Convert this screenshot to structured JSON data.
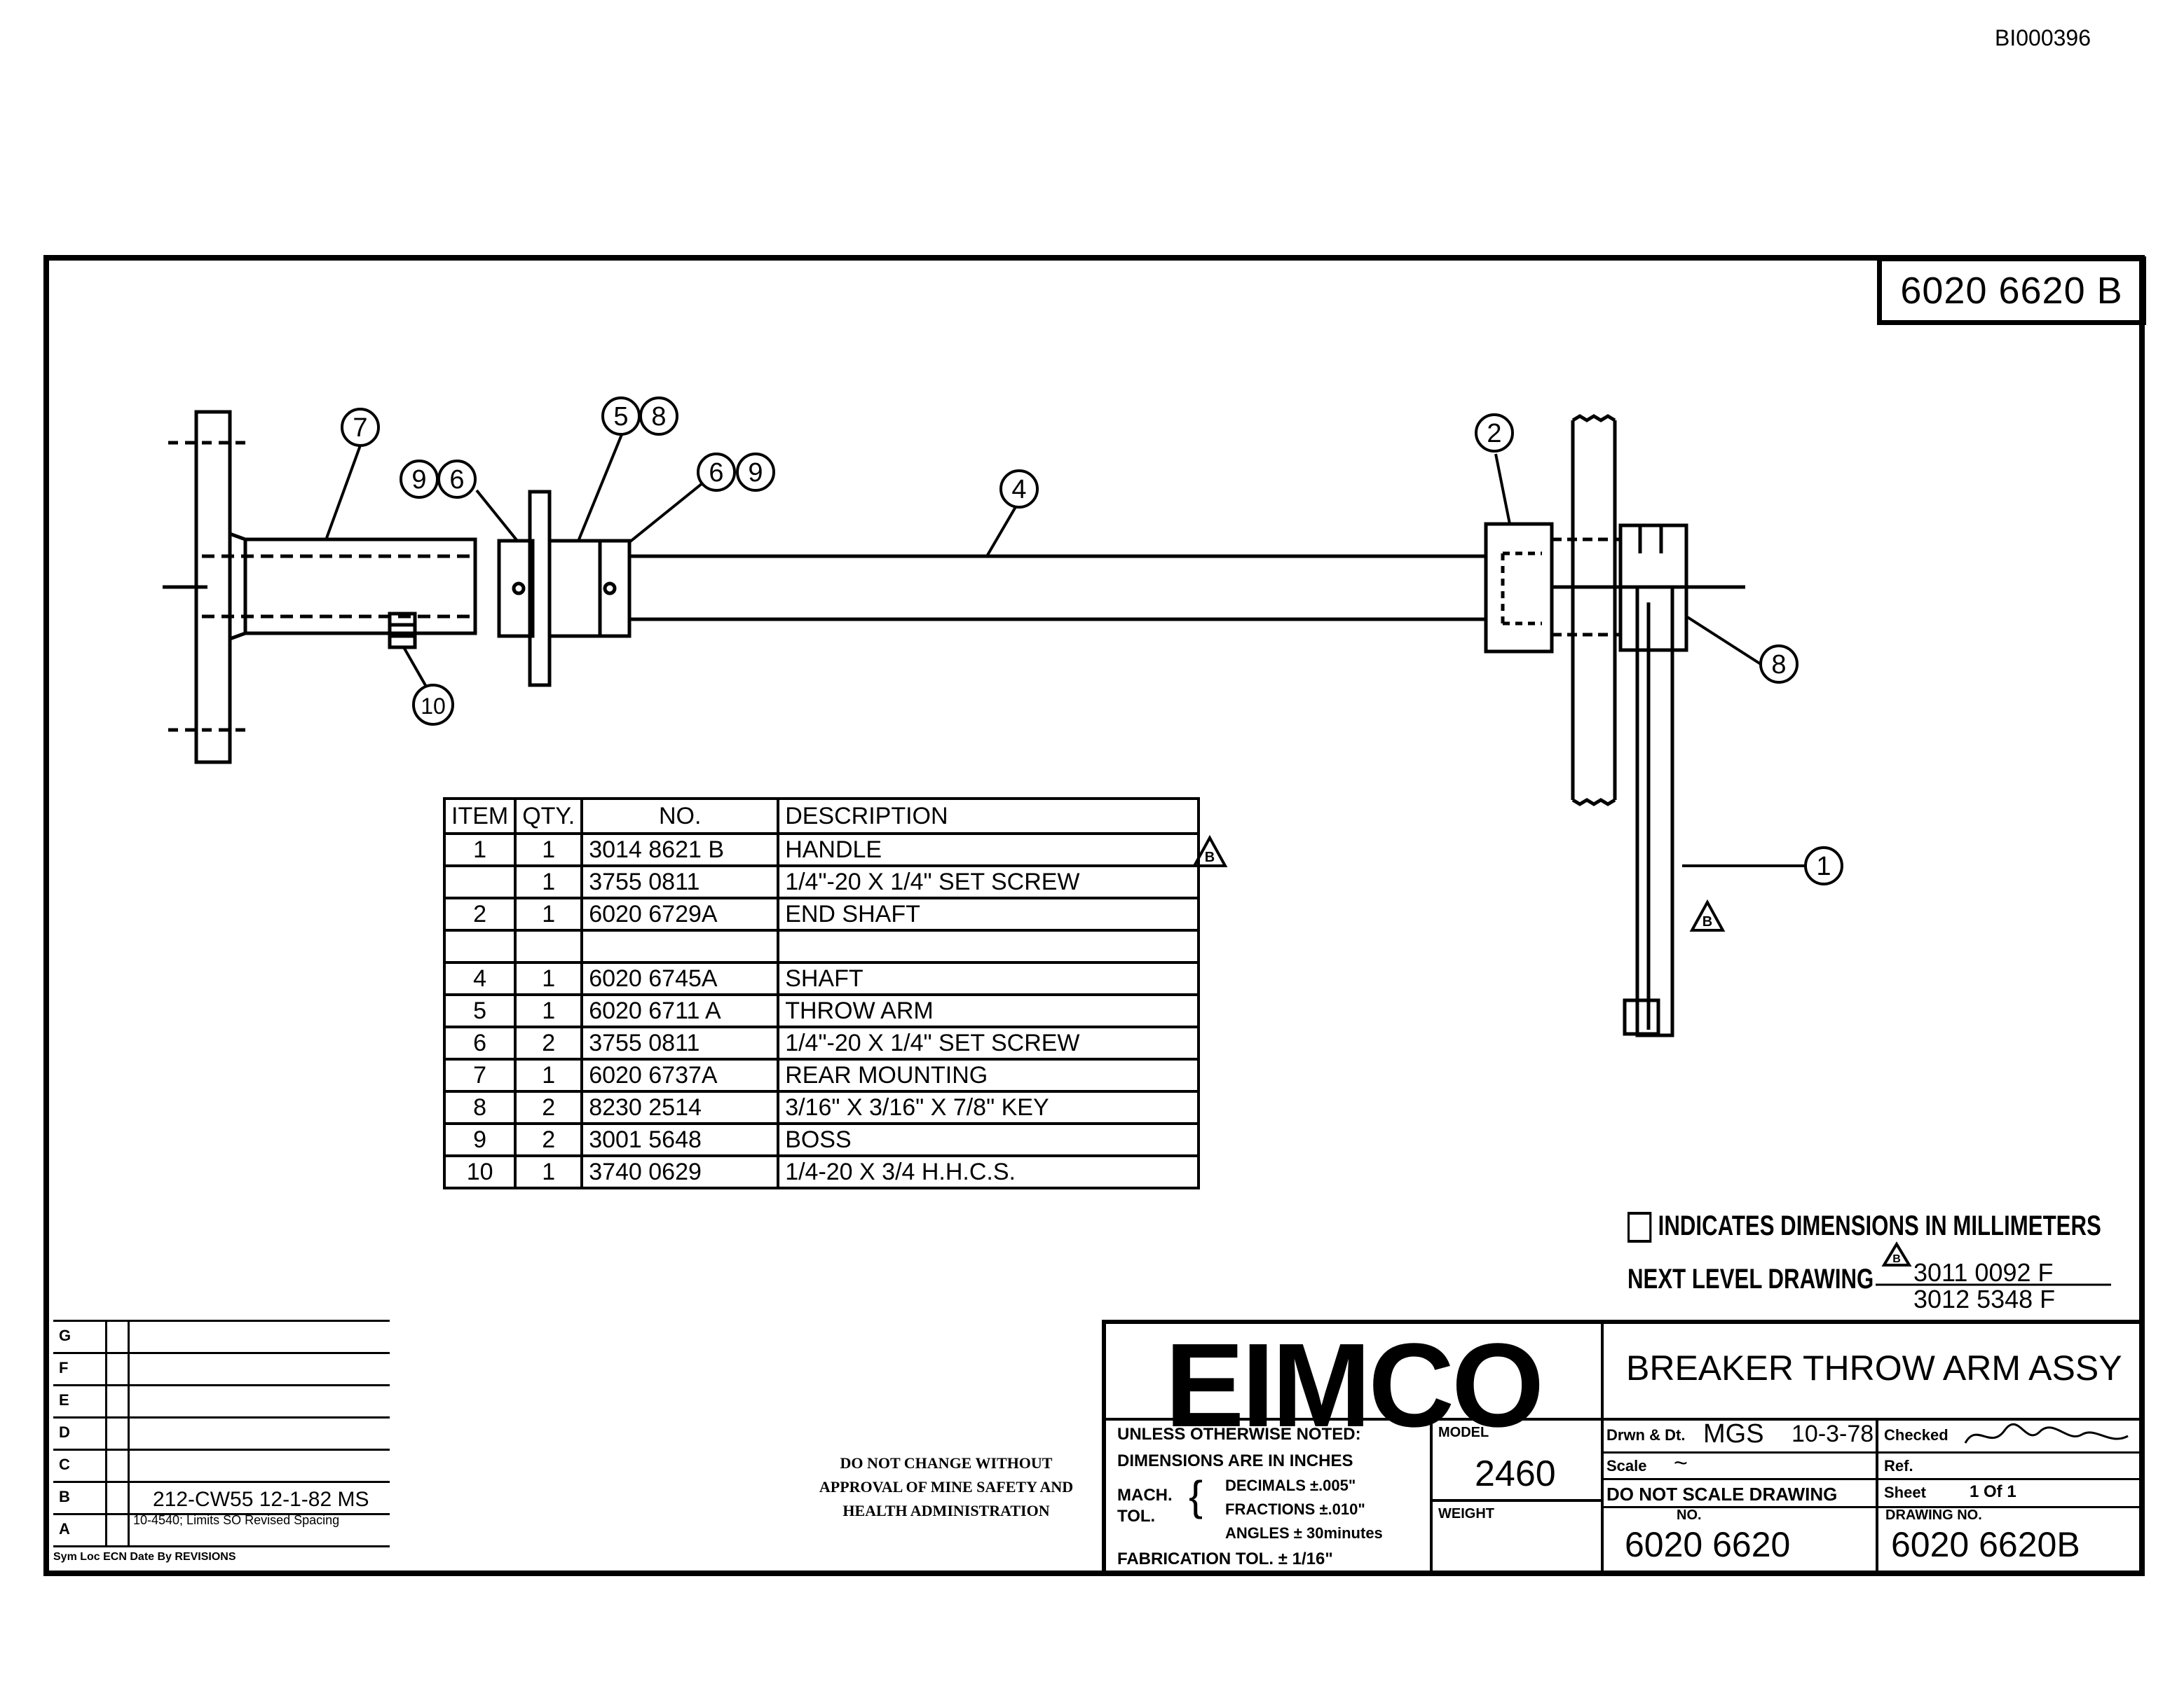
{
  "doc_id": "BI000396",
  "top_box": "6020 6620 B",
  "balloons": [
    "7",
    "9",
    "6",
    "5",
    "8",
    "6",
    "9",
    "4",
    "2",
    "8",
    "1",
    "10"
  ],
  "parts_table": {
    "headers": [
      "ITEM",
      "QTY.",
      "NO.",
      "DESCRIPTION"
    ],
    "rows": [
      {
        "item": "1",
        "qty": "1",
        "no": "3014 8621 B",
        "desc": "HANDLE"
      },
      {
        "item": "",
        "qty": "1",
        "no": "3755 0811",
        "desc": "1/4\"-20 X 1/4\"  SET SCREW"
      },
      {
        "item": "2",
        "qty": "1",
        "no": "6020 6729A",
        "desc": "END SHAFT"
      },
      {
        "item": "",
        "qty": "",
        "no": "",
        "desc": ""
      },
      {
        "item": "4",
        "qty": "1",
        "no": "6020 6745A",
        "desc": "SHAFT"
      },
      {
        "item": "5",
        "qty": "1",
        "no": "6020 6711 A",
        "desc": "THROW ARM"
      },
      {
        "item": "6",
        "qty": "2",
        "no": "3755 0811",
        "desc": "1/4\"-20 X 1/4\" SET SCREW"
      },
      {
        "item": "7",
        "qty": "1",
        "no": "6020 6737A",
        "desc": "REAR MOUNTING"
      },
      {
        "item": "8",
        "qty": "2",
        "no": "8230 2514",
        "desc": "3/16\" X 3/16\" X 7/8\" KEY"
      },
      {
        "item": "9",
        "qty": "2",
        "no": "3001 5648",
        "desc": "BOSS"
      },
      {
        "item": "10",
        "qty": "1",
        "no": "3740 0629",
        "desc": "1/4-20 X 3/4 H.H.C.S."
      }
    ]
  },
  "rev_marker": "B",
  "legend": {
    "mm_note": "INDICATES DIMENSIONS IN MILLIMETERS",
    "next_level_label": "NEXT LEVEL DRAWING",
    "next_level_1": "3011 0092 F",
    "next_level_2": "3012 5348 F"
  },
  "title_block": {
    "company": "EIMCO",
    "title": "BREAKER THROW ARM ASSY",
    "unless_noted_1": "UNLESS OTHERWISE NOTED:",
    "unless_noted_2": "DIMENSIONS ARE IN INCHES",
    "mach_tol": "MACH. TOL.",
    "decimals": "DECIMALS ±.005\"",
    "fractions": "FRACTIONS ±.010\"",
    "angles": "ANGLES ± 30minutes",
    "fab_tol": "FABRICATION TOL. ± 1/16\"",
    "model_label": "MODEL",
    "model": "2460",
    "weight_label": "WEIGHT",
    "drawn_label": "Drwn & Dt.",
    "drawn": "MGS",
    "drawn_date": "10-3-78",
    "checked_label": "Checked",
    "scale_label": "Scale",
    "scale": "~",
    "ref_label": "Ref.",
    "no_scale": "DO NOT SCALE DRAWING",
    "sheet_label": "Sheet",
    "sheet": "1 Of 1",
    "no_label": "NO.",
    "no": "6020 6620",
    "drawing_no_label": "DRAWING NO.",
    "drawing_no": "6020 6620B"
  },
  "mine_notice": "DO NOT CHANGE WITHOUT APPROVAL OF MINE SAFETY AND HEALTH ADMINISTRATION",
  "revisions": {
    "letters": [
      "G",
      "F",
      "E",
      "D",
      "C",
      "B",
      "A"
    ],
    "b_text": "212-CW55 12-1-82 MS",
    "a_text": "10-4540; Limits SO Revised Spacing",
    "footer": "Sym Loc ECN Date By REVISIONS"
  }
}
